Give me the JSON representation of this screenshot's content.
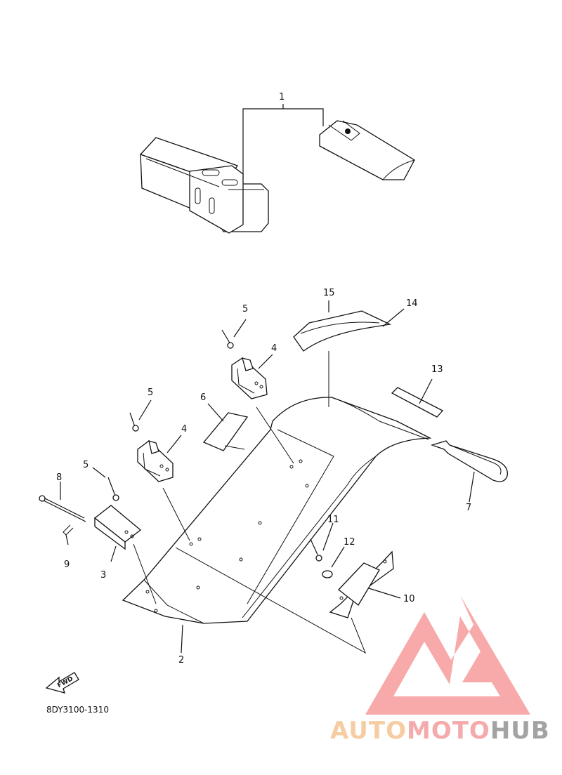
{
  "diagram": {
    "code": "8DY3100-1310",
    "fwd_label": "FWD",
    "labels": {
      "p1": "1",
      "p2": "2",
      "p3": "3",
      "p4a": "4",
      "p4b": "4",
      "p5a": "5",
      "p5b": "5",
      "p5c": "5",
      "p6": "6",
      "p7": "7",
      "p8": "8",
      "p9": "9",
      "p10": "10",
      "p11": "11",
      "p12": "12",
      "p13": "13",
      "p14": "14",
      "p15": "15"
    }
  },
  "watermark": {
    "part1": "AUTO",
    "part2": "MOTO",
    "part3": "HUB",
    "colors": {
      "auto": "#f6c89a",
      "moto": "#f4a3a3",
      "hub": "#9a9a9a",
      "logo": "#f7a0a0"
    }
  }
}
